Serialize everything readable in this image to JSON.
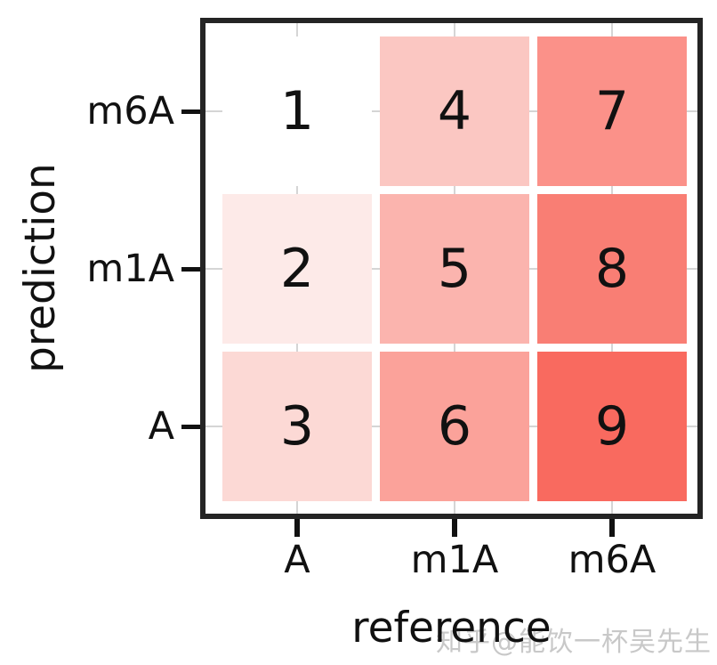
{
  "figure": {
    "xlabel": "reference",
    "ylabel": "prediction",
    "watermark": "知乎@能饮一杯吴先生"
  },
  "chart_data": {
    "type": "heatmap",
    "title": "",
    "xlabel": "reference",
    "ylabel": "prediction",
    "x_categories": [
      "A",
      "m1A",
      "m6A"
    ],
    "y_categories": [
      "m6A",
      "m1A",
      "A"
    ],
    "rows": [
      [
        1,
        4,
        7
      ],
      [
        2,
        5,
        8
      ],
      [
        3,
        6,
        9
      ]
    ],
    "cell_colors": [
      [
        "#ffffff",
        "#fbc7c2",
        "#fb9189"
      ],
      [
        "#fdeae8",
        "#fbb4ae",
        "#f97e74"
      ],
      [
        "#fcd9d5",
        "#fba29a",
        "#f96a5f"
      ]
    ],
    "value_range": [
      1,
      9
    ],
    "colormap": "white-to-red",
    "grid": true,
    "legend": false
  },
  "colors": {
    "border": "#242424",
    "grid": "#d5d5d5",
    "tick": "#111111",
    "text": "#111111",
    "watermark": "#c8c8c8"
  }
}
